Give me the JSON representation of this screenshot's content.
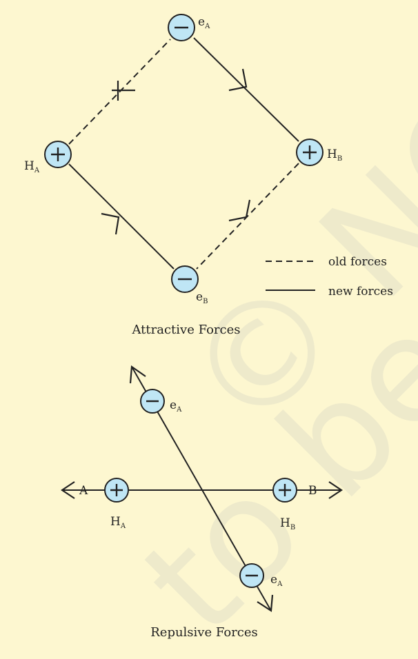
{
  "diagram": {
    "attractive": {
      "caption": "Attractive Forces",
      "labels": {
        "e_a": {
          "main": "e",
          "sub": "A"
        },
        "e_b": {
          "main": "e",
          "sub": "B"
        },
        "h_a": {
          "main": "H",
          "sub": "A"
        },
        "h_b": {
          "main": "H",
          "sub": "B"
        }
      },
      "legend": {
        "old": "old forces",
        "new": "new forces"
      }
    },
    "repulsive": {
      "caption": "Repulsive Forces",
      "labels": {
        "e_top": {
          "main": "e",
          "sub": "A"
        },
        "e_bottom": {
          "main": "e",
          "sub": "A"
        },
        "h_a": {
          "main": "H",
          "sub": "A"
        },
        "h_b": {
          "main": "H",
          "sub": "B"
        },
        "end_a": "A",
        "end_b": "B"
      }
    },
    "watermark": "© NCERT not to be"
  },
  "colors": {
    "background": "#fdf7d0",
    "particle_fill": "#bfe6f5",
    "ink": "#222222",
    "watermark": "#eeeacb"
  }
}
